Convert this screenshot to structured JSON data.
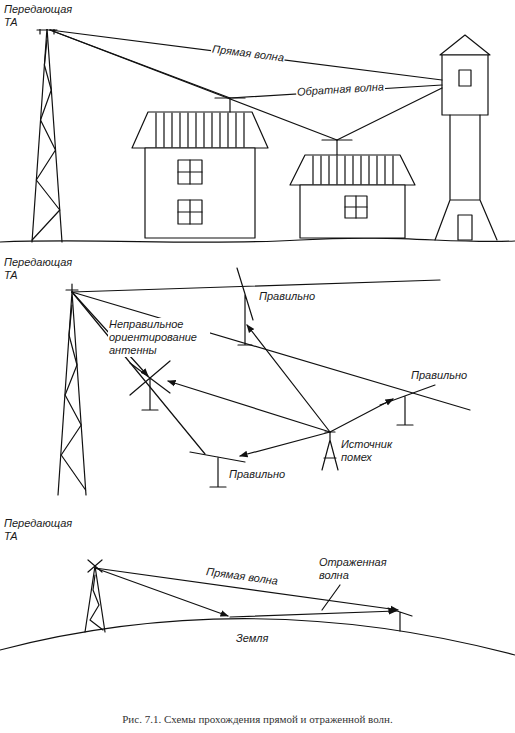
{
  "diagram": {
    "caption": "Рис. 7.1. Схемы прохождения прямой и отраженной волн.",
    "labels": [
      "Передающая ТА",
      "Прямая волна",
      "Обратная волна",
      "Передающая ТА",
      "Правильно",
      "Неправильное ориентирование антенны",
      "Правильно",
      "Правильно",
      "Источник помех",
      "Передающая ТА",
      "Прямая волна",
      "Отраженная волна",
      "Земля"
    ]
  }
}
